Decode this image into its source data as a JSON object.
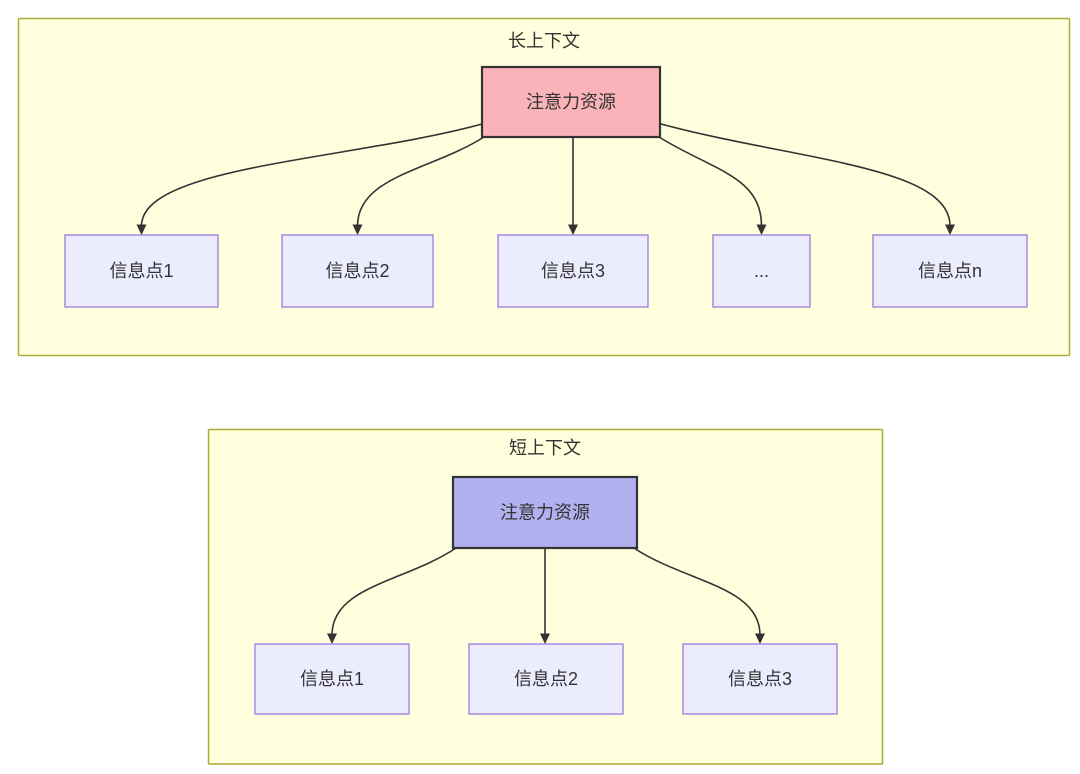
{
  "diagram": {
    "colors": {
      "page_background": "#ffffff",
      "panel_fill": "#ffffde",
      "panel_border": "#aaaa33",
      "node_fill": "#ececff",
      "node_border": "#9370db",
      "long_source_fill": "#f9b3b9",
      "short_source_fill": "#b1b1ef",
      "source_border": "#333333",
      "edge_color": "#333333",
      "text_color": "#333333"
    },
    "panels": [
      {
        "title": "长上下文",
        "source_label": "注意力资源",
        "targets": [
          "信息点1",
          "信息点2",
          "信息点3",
          "...",
          "信息点n"
        ]
      },
      {
        "title": "短上下文",
        "source_label": "注意力资源",
        "targets": [
          "信息点1",
          "信息点2",
          "信息点3"
        ]
      }
    ]
  }
}
